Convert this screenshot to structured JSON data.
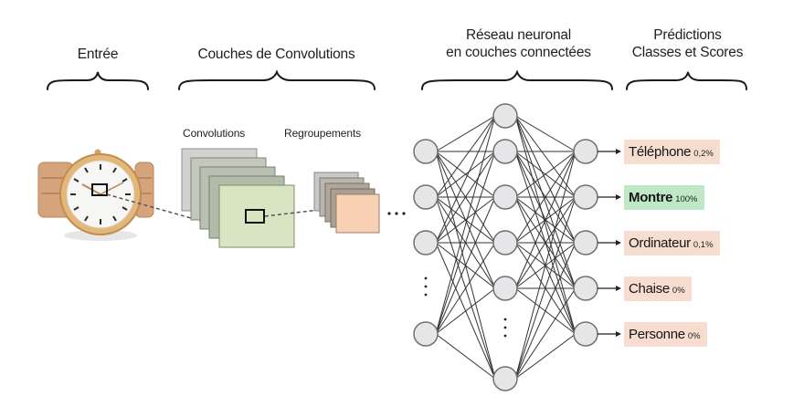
{
  "sections": {
    "input": {
      "title": "Entrée"
    },
    "convolution": {
      "title": "Couches de Convolutions",
      "convolutions_label": "Convolutions",
      "pooling_label": "Regroupements",
      "ellipsis": "· · ·"
    },
    "network": {
      "title_line1": "Réseau neuronal",
      "title_line2": "en couches connectées"
    },
    "predictions": {
      "title_line1": "Prédictions",
      "title_line2": "Classes et Scores"
    }
  },
  "input_image": {
    "subject": "wristwatch",
    "icon": "watch-icon"
  },
  "network_layers": {
    "input": {
      "visible_nodes": 4,
      "has_ellipsis": true
    },
    "hidden": {
      "visible_nodes": 6,
      "has_ellipsis": true
    },
    "output": {
      "visible_nodes": 5,
      "has_ellipsis": false
    }
  },
  "predictions": [
    {
      "label": "Téléphone",
      "score": "0,2%",
      "top": false
    },
    {
      "label": "Montre",
      "score": "100%",
      "top": true
    },
    {
      "label": "Ordinateur",
      "score": "0,1%",
      "top": false
    },
    {
      "label": "Chaise",
      "score": "0%",
      "top": false
    },
    {
      "label": "Personne",
      "score": "0%",
      "top": false
    }
  ],
  "colors": {
    "prediction_default_bg": "#f7ddd0",
    "prediction_top_bg": "#bfe9c6",
    "conv_front": "#d7e5c2",
    "conv_back": "#c9cfc4",
    "pool_front": "#f8d0b3",
    "node_fill": "#e6e6e8",
    "node_stroke": "#707070"
  }
}
